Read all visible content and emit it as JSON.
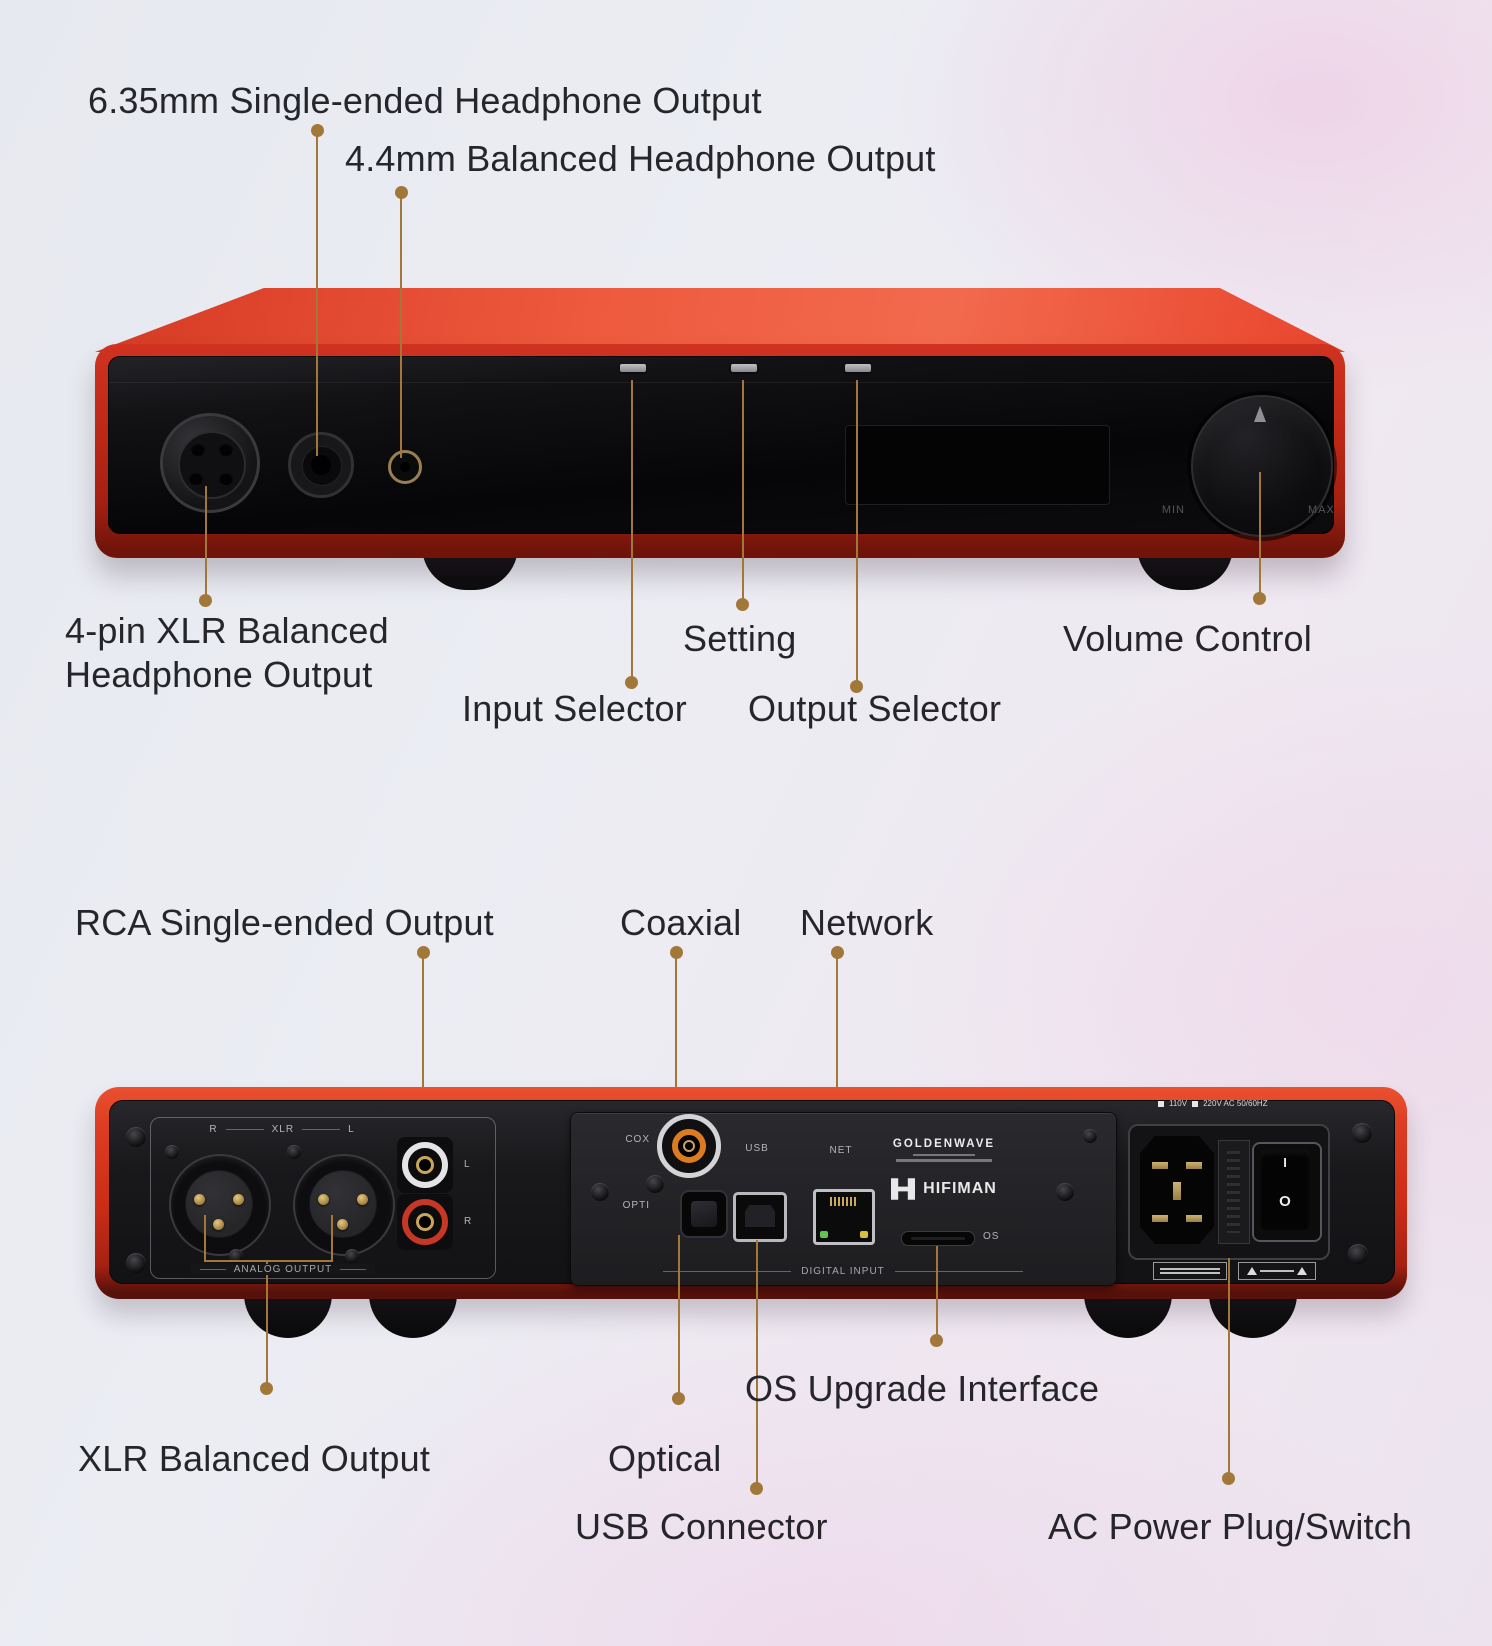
{
  "front": {
    "callouts": {
      "jack_635": "6.35mm Single-ended Headphone Output",
      "jack_44": "4.4mm Balanced Headphone Output",
      "xlr_line1": "4-pin XLR Balanced",
      "xlr_line2": "Headphone Output",
      "setting": "Setting",
      "input_selector": "Input Selector",
      "output_selector": "Output Selector",
      "volume": "Volume Control"
    },
    "panel": {
      "min": "MIN",
      "max": "MAX"
    }
  },
  "back": {
    "callouts": {
      "rca": "RCA Single-ended Output",
      "coaxial": "Coaxial",
      "network": "Network",
      "xlr": "XLR Balanced Output",
      "optical": "Optical",
      "os": "OS Upgrade Interface",
      "usb": "USB Connector",
      "ac": "AC Power Plug/Switch"
    },
    "panel": {
      "ch_r": "R",
      "ch_xlr": "XLR",
      "ch_l": "L",
      "rca_l": "L",
      "rca_r": "R",
      "analog": "ANALOG OUTPUT",
      "cox": "COX",
      "opti": "OPTI",
      "usb": "USB",
      "net": "NET",
      "goldenwave": "GOLDENWAVE",
      "hifiman": "HIFIMAN",
      "os": "OS",
      "digital": "DIGITAL INPUT",
      "v1": "110V",
      "v2": "220V AC 50/60HZ",
      "sw_on": "I",
      "sw_off": "O"
    }
  },
  "colors": {
    "leader": "#a2783a",
    "chassis_red": "#d63a22",
    "coax_orange": "#dd7b20"
  }
}
